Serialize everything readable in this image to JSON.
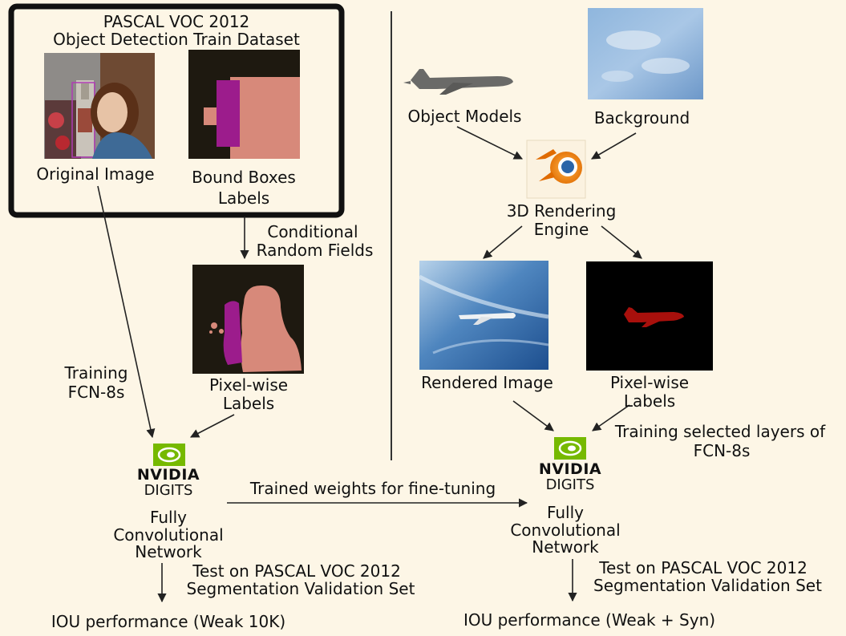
{
  "left_panel": {
    "title_line1": "PASCAL VOC 2012",
    "title_line2": "Object Detection Train Dataset",
    "original_image_label": "Original Image",
    "bound_boxes_label_line1": "Bound Boxes",
    "bound_boxes_label_line2": "Labels"
  },
  "crf_label_line1": "Conditional",
  "crf_label_line2": "Random Fields",
  "pixelwise_left_line1": "Pixel-wise",
  "pixelwise_left_line2": "Labels",
  "training_left_line1": "Training",
  "training_left_line2": "FCN-8s",
  "left_network": {
    "brand": "NVIDIA",
    "product": "DIGITS",
    "line1": "Fully",
    "line2": "Convolutional",
    "line3": "Network"
  },
  "left_test_line1": "Test on PASCAL VOC  2012",
  "left_test_line2": "Segmentation Validation Set",
  "left_iou": "IOU performance (Weak 10K)",
  "transfer_label": "Trained weights for fine-tuning",
  "right_panel": {
    "object_models_label": "Object Models",
    "background_label": "Background",
    "engine_line1": "3D Rendering",
    "engine_line2": "Engine",
    "rendered_image_label": "Rendered Image",
    "pixelwise_line1": "Pixel-wise",
    "pixelwise_line2": "Labels",
    "training_line1": "Training selected layers of",
    "training_line2": "FCN-8s"
  },
  "right_network": {
    "brand": "NVIDIA",
    "product": "DIGITS",
    "line1": "Fully",
    "line2": "Convolutional",
    "line3": "Network"
  },
  "right_test_line1": "Test on PASCAL VOC  2012",
  "right_test_line2": "Segmentation Validation Set",
  "right_iou": "IOU performance (Weak + Syn)",
  "colors": {
    "background": "#fdf6e6",
    "nvidia_green": "#76b900",
    "label_magenta": "#9c1c8c",
    "label_pink": "#d7897a",
    "render_red": "#a8100c"
  }
}
